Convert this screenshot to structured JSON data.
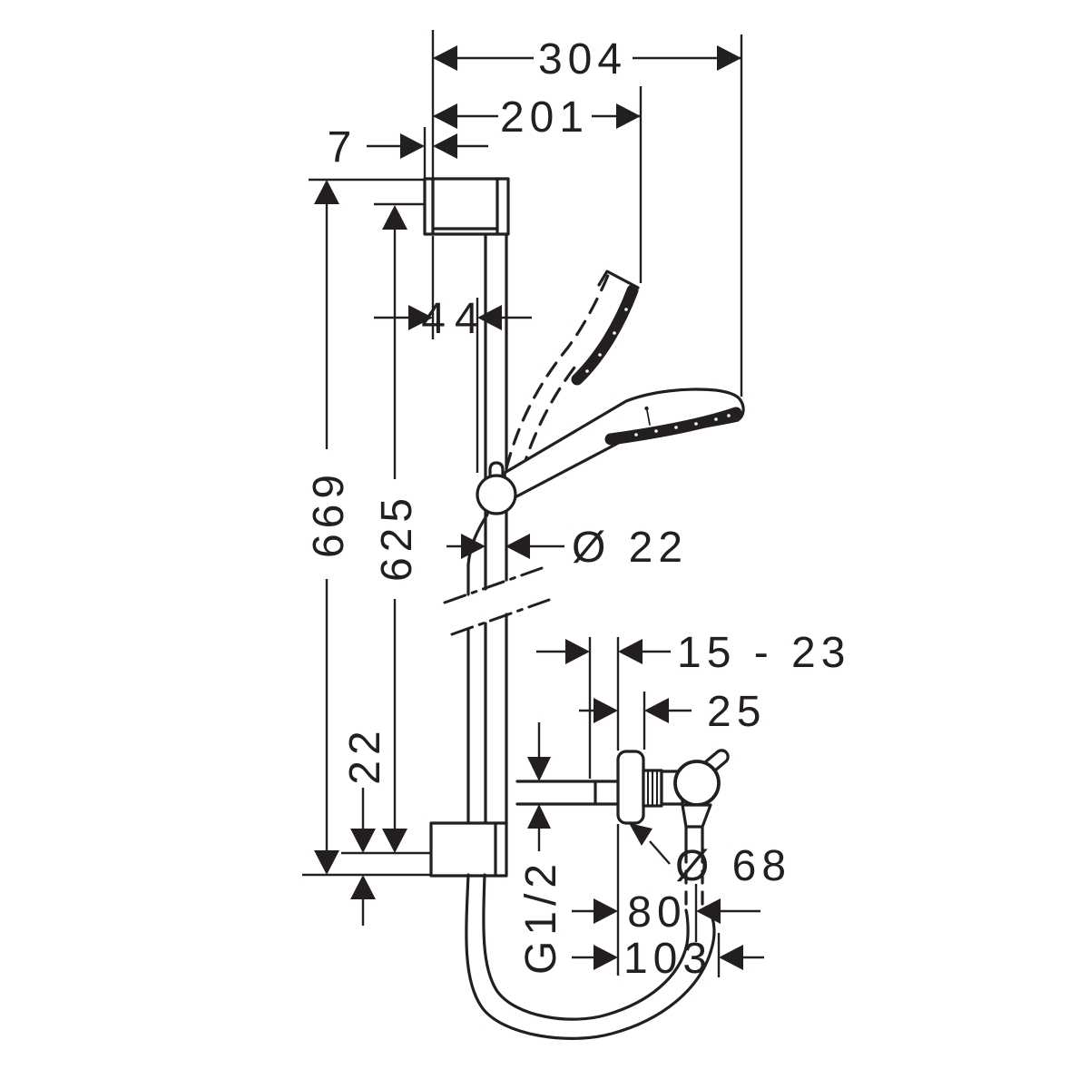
{
  "page": {
    "background": "#ffffff",
    "line_color": "#231f20",
    "drawing_type": "technical dimension drawing - shower rail set with hand shower and exposed valve"
  },
  "dimensions": {
    "top": {
      "overall_width": "304",
      "head_projection": "201",
      "flange_depth": "7",
      "rail_offset": "44"
    },
    "vertical": {
      "overall_height": "669",
      "mounting_span": "625",
      "lower_end_offset": "22"
    },
    "rail": {
      "diameter": "Ø 22"
    },
    "valve": {
      "wall_distance_range": "15 - 23",
      "escutcheon_depth": "25",
      "escutcheon_diameter": "Ø 68",
      "hose_axis_depth": "80",
      "overall_depth": "103",
      "connection_thread": "G1/2"
    }
  }
}
